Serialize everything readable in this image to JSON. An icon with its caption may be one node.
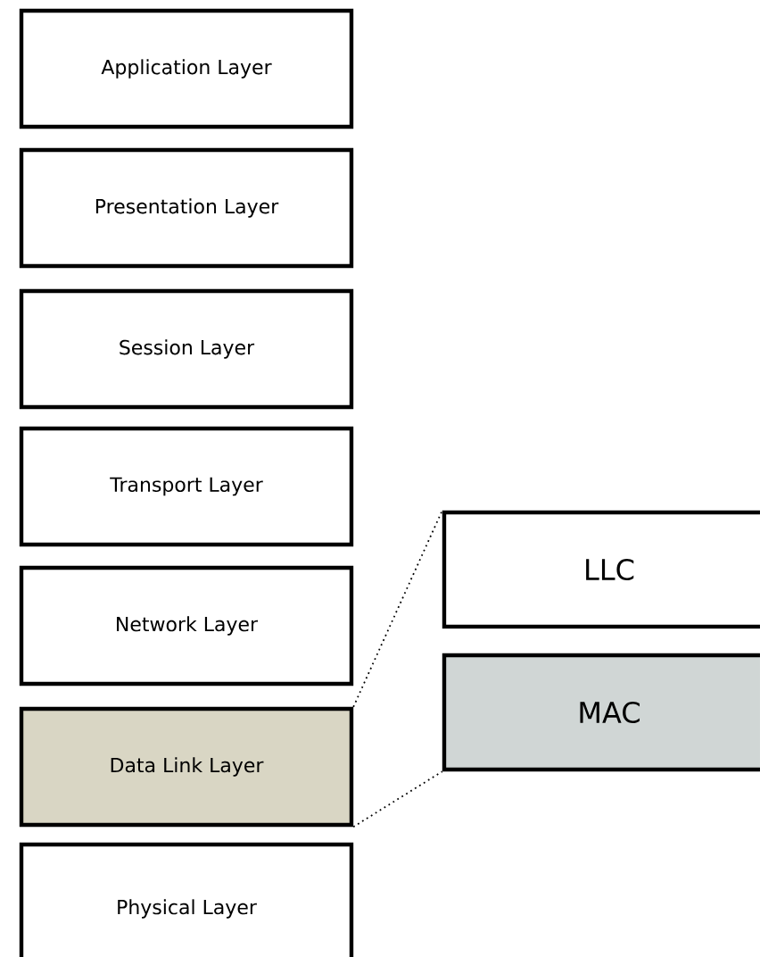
{
  "diagram": {
    "nodes": [
      {
        "text": [
          "Application Layer"
        ]
      },
      {
        "text": [
          "Presentation Layer"
        ]
      },
      {
        "text": [
          "Session Layer"
        ]
      },
      {
        "text": [
          "Transport Layer"
        ]
      },
      {
        "text": [
          "Network Layer"
        ]
      },
      {
        "text": [
          "Data Link Layer"
        ]
      },
      {
        "text": [
          "Physical Layer"
        ]
      },
      {
        "text": [
          "LLC"
        ]
      },
      {
        "text": [
          "MAC"
        ]
      }
    ],
    "edges": [
      {
        "from": 5,
        "to": 7,
        "arrow": "none",
        "style": "dashed"
      },
      {
        "from": 5,
        "to": 8,
        "arrow": "none",
        "style": "dashed"
      }
    ]
  }
}
